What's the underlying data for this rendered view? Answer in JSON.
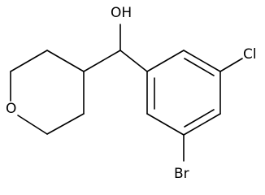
{
  "molecule": {
    "atoms": {
      "hydroxyl": "OH",
      "ring_oxygen": "O",
      "chlorine": "Cl",
      "bromine": "Br"
    }
  },
  "colors": {
    "bond": "#000000",
    "label": "#000000",
    "background": "#ffffff"
  }
}
